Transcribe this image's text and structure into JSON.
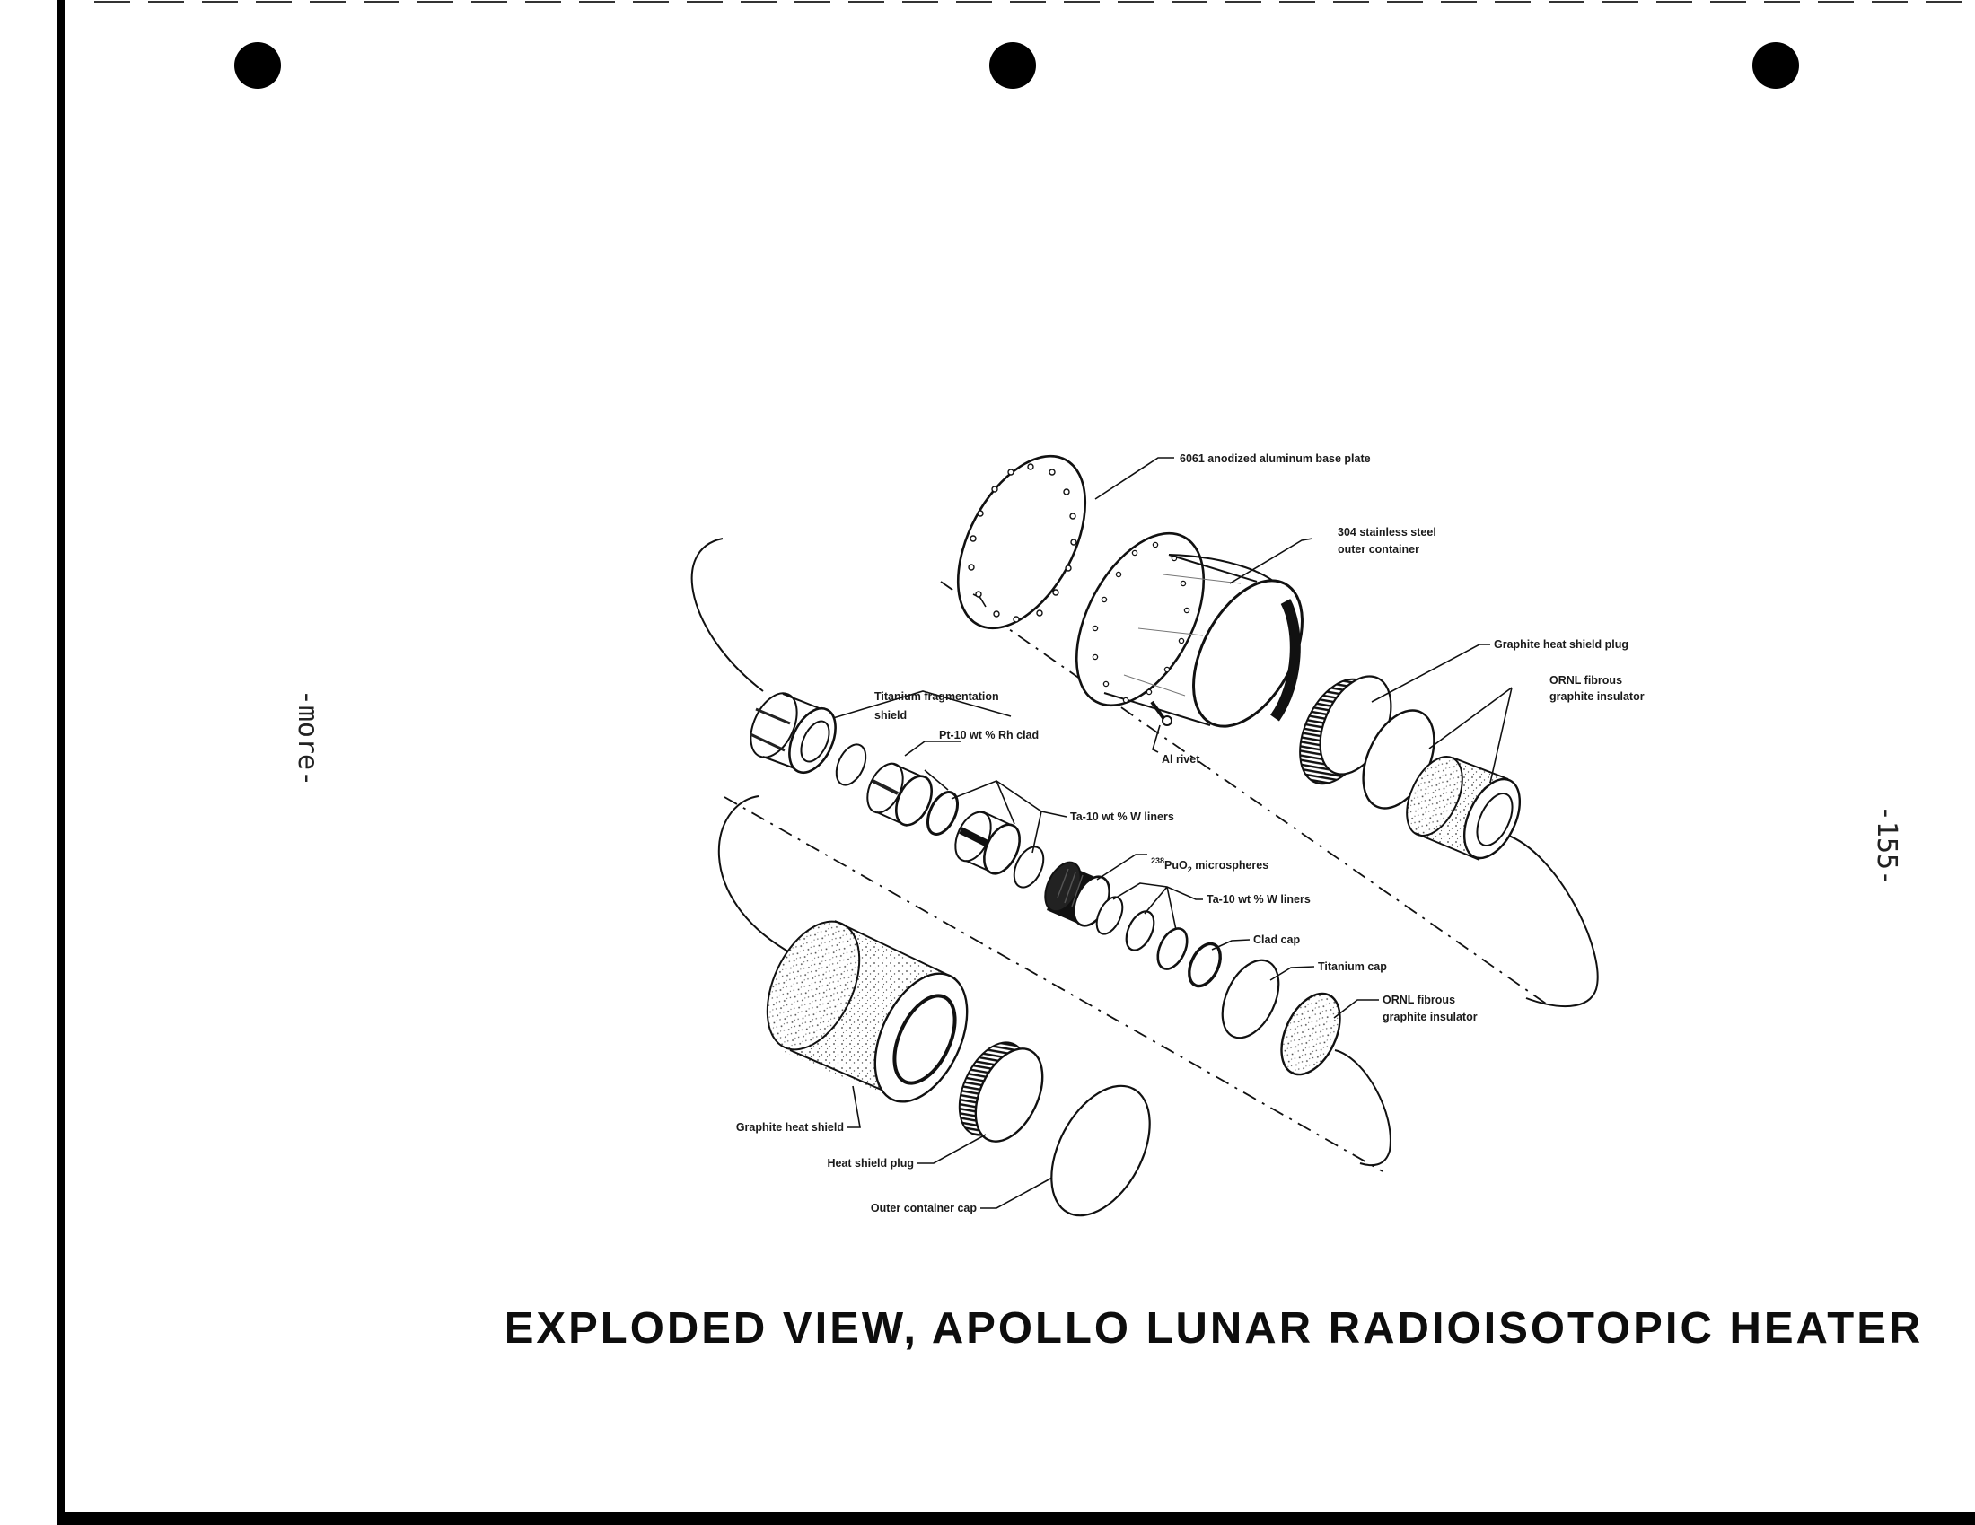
{
  "title": "EXPLODED VIEW, APOLLO LUNAR RADIOISOTOPIC HEATER",
  "left_margin_note": "-more-",
  "page_number": "-155-",
  "labels": {
    "base_plate": "6061 anodized aluminum base plate",
    "outer_container_1": "304 stainless steel",
    "outer_container_2": "outer container",
    "graphite_plug_top": "Graphite heat shield plug",
    "ornl_top_1": "ORNL fibrous",
    "ornl_top_2": "graphite insulator",
    "ti_shield_1": "Titanium fragmentation",
    "ti_shield_2": "shield",
    "pt_clad": "Pt-10 wt % Rh clad",
    "al_rivet": "Al rivet",
    "ta_liners_1": "Ta-10 wt % W liners",
    "puo2_sup": "238",
    "puo2_pu": "PuO",
    "puo2_sub": "2",
    "puo2_rest": " microspheres",
    "ta_liners_2": "Ta-10 wt % W liners",
    "clad_cap": "Clad cap",
    "titanium_cap": "Titanium cap",
    "ornl_bottom_1": "ORNL fibrous",
    "ornl_bottom_2": "graphite insulator",
    "graphite_shield": "Graphite heat shield",
    "heat_shield_plug": "Heat shield plug",
    "outer_container_cap": "Outer container cap"
  }
}
